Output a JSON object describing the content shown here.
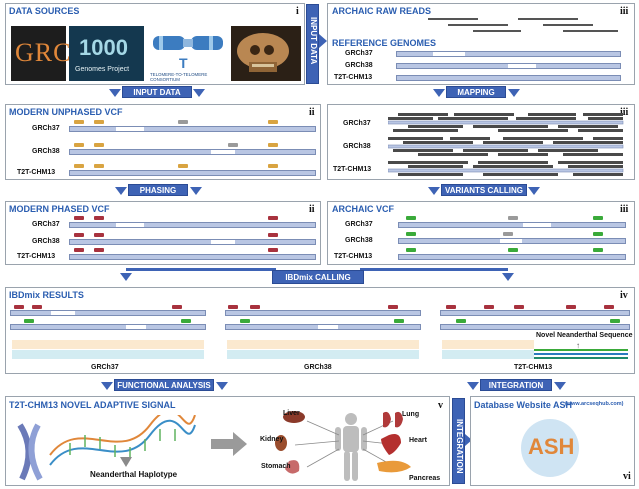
{
  "panels": {
    "data_sources": {
      "title": "DATA SOURCES",
      "roman": "i",
      "logos": {
        "grc": "GRC",
        "g1000": "1000",
        "g1000_sub": "Genomes Project",
        "t2t_caption": "TELOMERE-TO-TELOMERE CONSORTIUM"
      }
    },
    "raw_reads": {
      "title": "ARCHAIC RAW READS",
      "roman": "iii",
      "subtitle": "REFERENCE GENOMES",
      "genomes": [
        "GRCh37",
        "GRCh38",
        "T2T-CHM13"
      ]
    },
    "unphased": {
      "title": "MODERN UNPHASED VCF",
      "roman": "ii",
      "genomes": [
        "GRCh37",
        "GRCh38",
        "T2T-CHM13"
      ]
    },
    "mapping_panel": {
      "roman": "iii",
      "genomes": [
        "GRCh37",
        "GRCh38",
        "T2T-CHM13"
      ]
    },
    "phased": {
      "title": "MODERN PHASED VCF",
      "roman": "ii",
      "genomes": [
        "GRCh37",
        "GRCh38",
        "T2T-CHM13"
      ]
    },
    "archaic_vcf": {
      "title": "ARCHAIC VCF",
      "roman": "iii",
      "genomes": [
        "GRCh37",
        "GRCh38",
        "T2T-CHM13"
      ]
    },
    "ibdmix": {
      "title": "IBDmix RESULTS",
      "roman": "iv",
      "genomes": [
        "GRCh37",
        "GRCh38",
        "T2T-CHM13"
      ],
      "novel_label": "Novel Neanderthal Sequence"
    },
    "functional": {
      "title": "T2T-CHM13 NOVEL ADAPTIVE SIGNAL",
      "roman": "v",
      "haplotype_label": "Neanderthal Haplotype",
      "organs": [
        "Liver",
        "Kidney",
        "Stomach",
        "Lung",
        "Heart",
        "Pancreas"
      ]
    },
    "database": {
      "title": "Database Website ASH",
      "url": "(www.arcseqhub.com)",
      "roman": "vi",
      "logo": "ASH"
    }
  },
  "arrows": {
    "input_data_vertical": "INPUT DATA",
    "input_data": "INPUT DATA",
    "mapping": "MAPPING",
    "phasing": "PHASING",
    "variants_calling": "VARIANTS CALLING",
    "ibdmix_calling": "IBDmix CALLING",
    "functional_analysis": "FUNCTIONAL ANALYSIS",
    "integration": "INTEGRATION",
    "integration_vertical": "INTEGRATION"
  },
  "colors": {
    "accent": "#3e63b5",
    "title": "#2a5db0",
    "track": "#b9c6e3"
  }
}
